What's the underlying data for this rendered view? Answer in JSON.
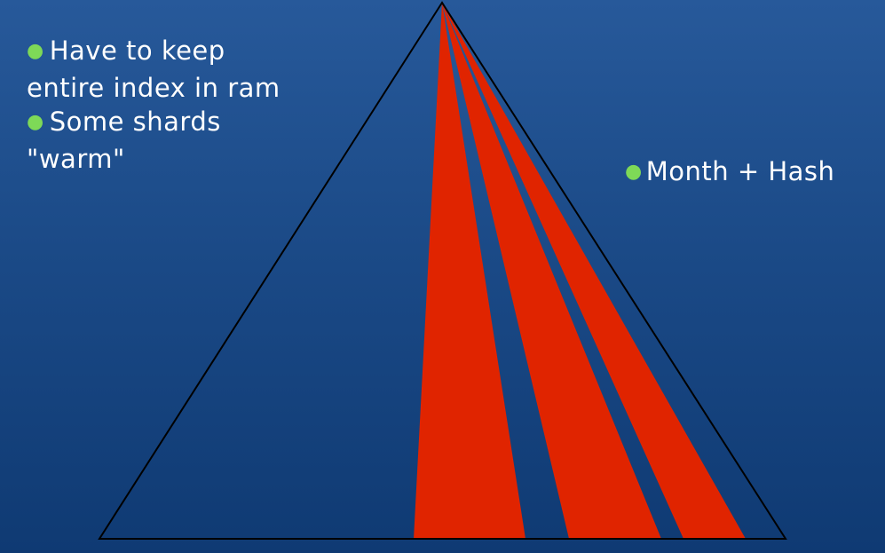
{
  "slide": {
    "left_bullets": [
      {
        "lines": [
          "Have to keep",
          "entire index in ram"
        ]
      },
      {
        "lines": [
          "Some shards",
          "\"warm\""
        ]
      }
    ],
    "right_bullets": [
      {
        "lines": [
          "Month + Hash"
        ]
      }
    ]
  },
  "colors": {
    "background_top": "#27599a",
    "background_bottom": "#0f3a73",
    "triangle_outline": "#000000",
    "shard": "#e02400",
    "bullet": "#7ed957",
    "text": "#ffffff"
  },
  "diagram": {
    "shape": "triangle",
    "shard_count": 3
  }
}
